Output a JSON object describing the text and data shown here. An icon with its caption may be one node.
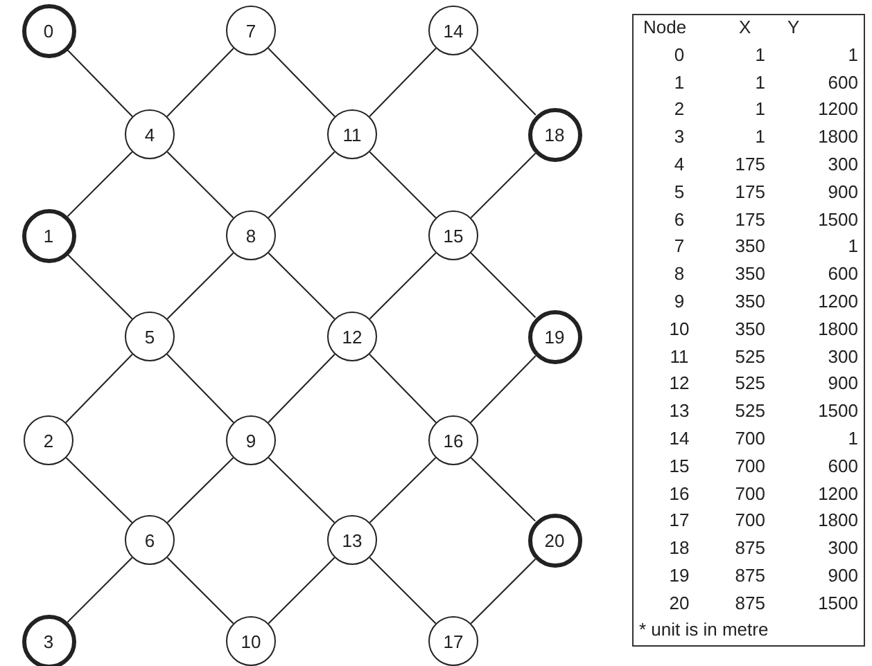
{
  "diagram": {
    "nodes": [
      {
        "text": [
          "0"
        ]
      },
      {
        "text": [
          "7"
        ]
      },
      {
        "text": [
          "14"
        ]
      },
      {
        "text": [
          "4"
        ]
      },
      {
        "text": [
          "11"
        ]
      },
      {
        "text": [
          "18"
        ]
      },
      {
        "text": [
          "1"
        ]
      },
      {
        "text": [
          "8"
        ]
      },
      {
        "text": [
          "15"
        ]
      },
      {
        "text": [
          "5"
        ]
      },
      {
        "text": [
          "12"
        ]
      },
      {
        "text": [
          "19"
        ]
      },
      {
        "text": [
          "2"
        ]
      },
      {
        "text": [
          "9"
        ]
      },
      {
        "text": [
          "16"
        ]
      },
      {
        "text": [
          "6"
        ]
      },
      {
        "text": [
          "13"
        ]
      },
      {
        "text": [
          "20"
        ]
      },
      {
        "text": [
          "3"
        ]
      },
      {
        "text": [
          "10"
        ]
      },
      {
        "text": [
          "17"
        ]
      }
    ],
    "edges": [
      {
        "from": 0,
        "to": 3,
        "arrow": "none"
      },
      {
        "from": 3,
        "to": 1,
        "arrow": "none"
      },
      {
        "from": 1,
        "to": 4,
        "arrow": "none"
      },
      {
        "from": 4,
        "to": 2,
        "arrow": "none"
      },
      {
        "from": 2,
        "to": 5,
        "arrow": "none"
      },
      {
        "from": 3,
        "to": 6,
        "arrow": "none"
      },
      {
        "from": 3,
        "to": 7,
        "arrow": "none"
      },
      {
        "from": 4,
        "to": 7,
        "arrow": "none"
      },
      {
        "from": 4,
        "to": 8,
        "arrow": "none"
      },
      {
        "from": 5,
        "to": 8,
        "arrow": "none"
      },
      {
        "from": 6,
        "to": 9,
        "arrow": "none"
      },
      {
        "from": 7,
        "to": 9,
        "arrow": "none"
      },
      {
        "from": 7,
        "to": 10,
        "arrow": "none"
      },
      {
        "from": 8,
        "to": 10,
        "arrow": "none"
      },
      {
        "from": 8,
        "to": 11,
        "arrow": "none"
      },
      {
        "from": 9,
        "to": 12,
        "arrow": "none"
      },
      {
        "from": 9,
        "to": 13,
        "arrow": "none"
      },
      {
        "from": 10,
        "to": 13,
        "arrow": "none"
      },
      {
        "from": 10,
        "to": 14,
        "arrow": "none"
      },
      {
        "from": 11,
        "to": 14,
        "arrow": "none"
      },
      {
        "from": 12,
        "to": 15,
        "arrow": "none"
      },
      {
        "from": 13,
        "to": 15,
        "arrow": "none"
      },
      {
        "from": 13,
        "to": 16,
        "arrow": "none"
      },
      {
        "from": 14,
        "to": 16,
        "arrow": "none"
      },
      {
        "from": 14,
        "to": 17,
        "arrow": "none"
      },
      {
        "from": 15,
        "to": 18,
        "arrow": "none"
      },
      {
        "from": 15,
        "to": 19,
        "arrow": "none"
      },
      {
        "from": 16,
        "to": 19,
        "arrow": "none"
      },
      {
        "from": 16,
        "to": 20,
        "arrow": "none"
      },
      {
        "from": 17,
        "to": 20,
        "arrow": "none"
      }
    ],
    "labels": [
      "Node",
      "X",
      "Y",
      "0",
      "1",
      "1",
      "1",
      "1",
      "600",
      "2",
      "1",
      "1200",
      "3",
      "1",
      "1800",
      "4",
      "175",
      "300",
      "5",
      "175",
      "900",
      "6",
      "175",
      "1500",
      "7",
      "350",
      "1",
      "8",
      "350",
      "600",
      "9",
      "350",
      "1200",
      "10",
      "350",
      "1800",
      "11",
      "525",
      "300",
      "12",
      "525",
      "900",
      "13",
      "525",
      "1500",
      "14",
      "700",
      "1",
      "15",
      "700",
      "600",
      "16",
      "700",
      "1200",
      "17",
      "700",
      "1800",
      "18",
      "875",
      "300",
      "19",
      "875",
      "900",
      "20",
      "875",
      "1500",
      "* unit is in metre"
    ]
  }
}
